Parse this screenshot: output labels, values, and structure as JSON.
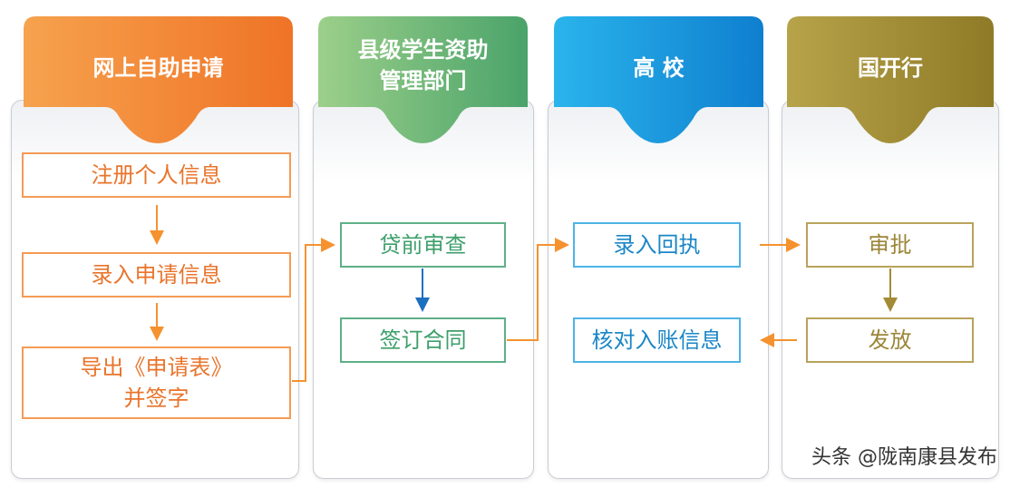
{
  "columns": [
    {
      "title": "网上自助申请",
      "color": "#f0812f"
    },
    {
      "title": "县级学生资助\n管理部门",
      "color": "#6cb46c"
    },
    {
      "title": "高 校",
      "color": "#1492d8"
    },
    {
      "title": "国开行",
      "color": "#a18a33"
    }
  ],
  "steps": {
    "register": "注册个人信息",
    "enter_application": "录入申请信息",
    "export_form": "导出《申请表》\n并签字",
    "pre_loan_review": "贷前审查",
    "sign_contract": "签订合同",
    "enter_receipt": "录入回执",
    "verify_account": "核对入账信息",
    "approve": "审批",
    "disburse": "发放"
  },
  "watermark": "头条 @陇南康县发布"
}
